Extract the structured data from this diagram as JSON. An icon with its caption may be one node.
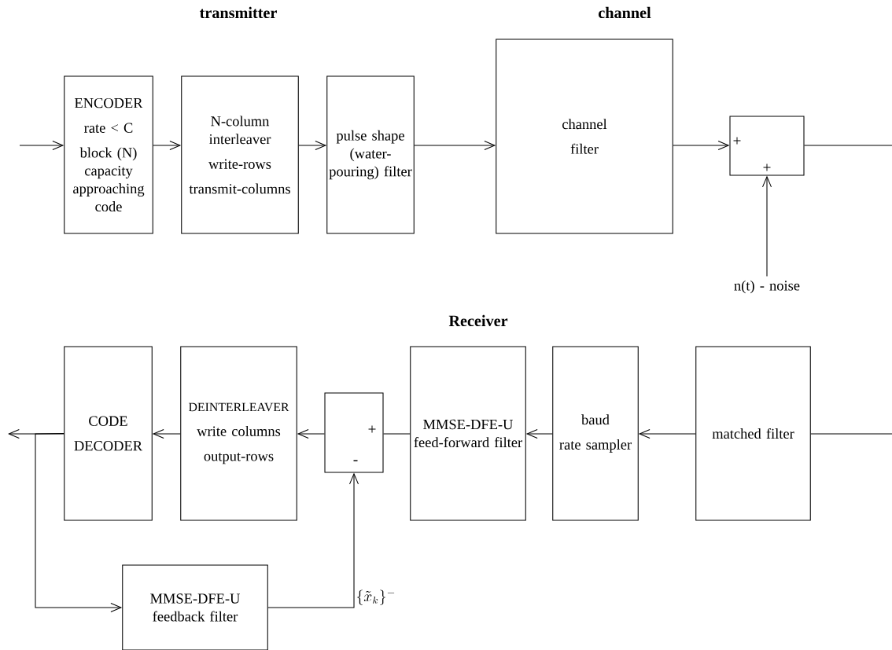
{
  "diagram": {
    "nodes": [
      {
        "text": [
          "ENCODER",
          "rate < C",
          "block (N) capacity approaching code"
        ]
      },
      {
        "text": [
          "N-column interleaver",
          "write-rows",
          "transmit-columns"
        ]
      },
      {
        "text": [
          "pulse shape (water-pouring) filter"
        ]
      },
      {
        "text": [
          "channel",
          "filter"
        ]
      },
      {
        "text": [
          "+",
          "+"
        ]
      },
      {
        "text": [
          "n(t) - noise"
        ]
      },
      {
        "text": [
          "matched filter"
        ]
      },
      {
        "text": [
          "baud",
          "rate sampler"
        ]
      },
      {
        "text": [
          "MMSE-DFE-U feed-forward filter"
        ]
      },
      {
        "text": [
          "+",
          "-"
        ]
      },
      {
        "text": [
          "DEINTERLEAVER",
          "write columns",
          "output-rows"
        ]
      },
      {
        "text": [
          "CODE",
          "DECODER"
        ]
      },
      {
        "text": [
          "MMSE-DFE-U feedback filter"
        ]
      }
    ],
    "edges": [
      {
        "from": null,
        "to": 0,
        "arrow": "to"
      },
      {
        "from": 0,
        "to": 1,
        "arrow": "to"
      },
      {
        "from": 1,
        "to": 2,
        "arrow": "to"
      },
      {
        "from": 2,
        "to": 3,
        "arrow": "to"
      },
      {
        "from": 3,
        "to": 4,
        "arrow": "to"
      },
      {
        "from": 5,
        "to": 4,
        "arrow": "to"
      },
      {
        "from": 4,
        "to": null,
        "arrow": "none"
      },
      {
        "from": null,
        "to": 6,
        "arrow": "none"
      },
      {
        "from": 6,
        "to": 7,
        "arrow": "to"
      },
      {
        "from": 7,
        "to": 8,
        "arrow": "to"
      },
      {
        "from": 8,
        "to": 9,
        "arrow": "none"
      },
      {
        "from": 9,
        "to": 10,
        "arrow": "to"
      },
      {
        "from": 10,
        "to": 11,
        "arrow": "to"
      },
      {
        "from": 11,
        "to": null,
        "arrow": "to"
      },
      {
        "from": 11,
        "to": 12,
        "arrow": "to"
      },
      {
        "from": 12,
        "to": 9,
        "arrow": "to"
      }
    ],
    "labels": [
      "transmitter",
      "channel",
      "Receiver",
      "\\{\\tilde{x}_k\\}^-"
    ]
  }
}
